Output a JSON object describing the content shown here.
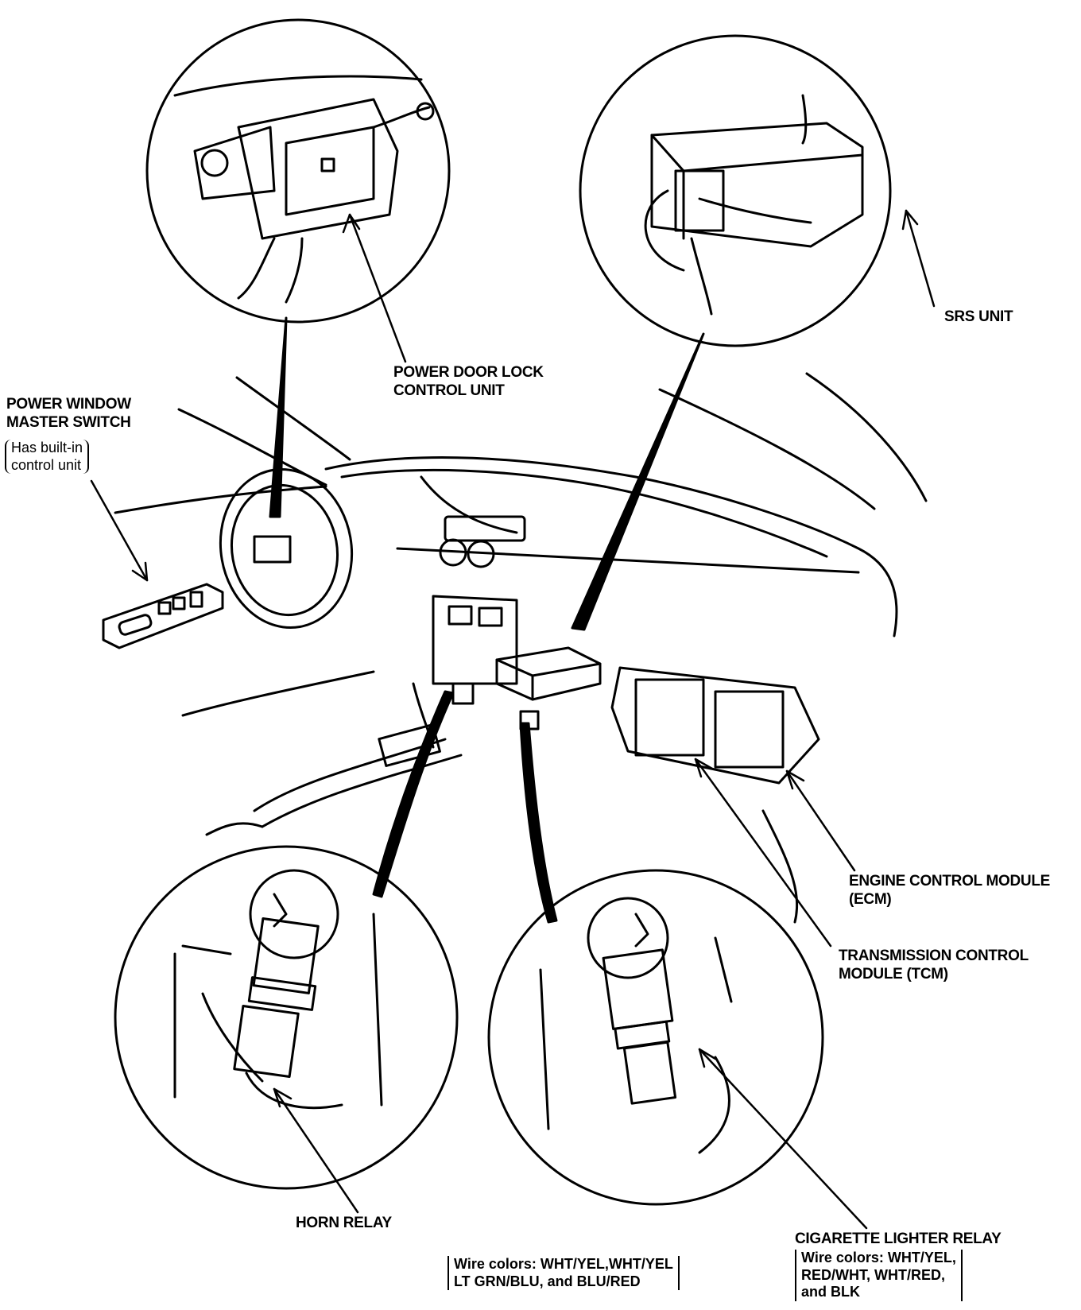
{
  "labels": {
    "power_door_lock": [
      "POWER DOOR LOCK",
      "CONTROL UNIT"
    ],
    "srs_unit": "SRS UNIT",
    "power_window": [
      "POWER WINDOW",
      "MASTER SWITCH"
    ],
    "power_window_note": [
      "Has built-in",
      "control unit"
    ],
    "ecm": [
      "ENGINE CONTROL MODULE",
      "(ECM)"
    ],
    "tcm": [
      "TRANSMISSION CONTROL",
      "MODULE (TCM)"
    ],
    "horn_relay": "HORN RELAY",
    "horn_wire_colors": [
      "Wire colors: WHT/YEL,WHT/YEL",
      "LT GRN/BLU, and BLU/RED"
    ],
    "cig_relay": "CIGARETTE LIGHTER RELAY",
    "cig_wire_colors": [
      "Wire colors: WHT/YEL,",
      "RED/WHT, WHT/RED,",
      "and BLK"
    ]
  }
}
